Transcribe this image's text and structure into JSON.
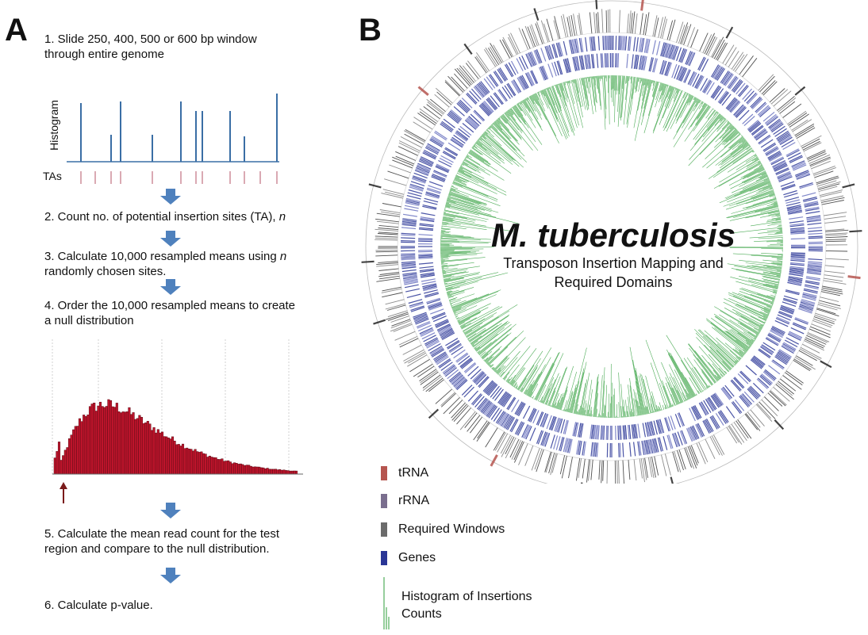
{
  "panel_a": {
    "letter": "A",
    "steps": [
      {
        "line1": "1. Slide 250, 400, 500 or 600 bp window",
        "line2": "through entire genome"
      },
      {
        "line1": "2. Count no. of potential insertion sites (TA), ",
        "italic": "n"
      },
      {
        "line1a": "3. Calculate 10,000 resampled means using ",
        "italic": "n",
        "line2": "randomly chosen sites."
      },
      {
        "line1": "4. Order the 10,000 resampled means to create",
        "line2": "a null distribution"
      },
      {
        "line1": "5. Calculate the mean read count for the test",
        "line2": "region and compare to the null distribution."
      },
      {
        "line1": "6. Calculate p-value."
      }
    ],
    "histogram_ylabel": "Histogram",
    "tas_label": "TAs",
    "colors": {
      "arrow": "#4f81bd",
      "histogram_line": "#3a6ea5",
      "ta_tick": "#c07080",
      "bar_fill": "#c0142c",
      "bar_stroke": "#5a0a14",
      "marker": "#7a1a1a"
    }
  },
  "panel_b": {
    "letter": "B",
    "title": "M. tuberculosis",
    "subtitle_line1": "Transposon Insertion Mapping and",
    "subtitle_line2": "Required Domains",
    "colors": {
      "trna": "#b5554f",
      "rrna": "#7a6e8e",
      "required": "#6b6b6b",
      "genes": "#2a3696",
      "histogram": "#2e9e3a"
    }
  },
  "legend": [
    {
      "label": "tRNA",
      "color": "#b5554f"
    },
    {
      "label": "rRNA",
      "color": "#7a6e8e"
    },
    {
      "label": "Required Windows",
      "color": "#6b6b6b"
    },
    {
      "label": "Genes",
      "color": "#2a3696"
    }
  ],
  "legend_histogram": {
    "line1": "Histogram of Insertions",
    "line2": "Counts",
    "color": "#2e9e3a"
  }
}
